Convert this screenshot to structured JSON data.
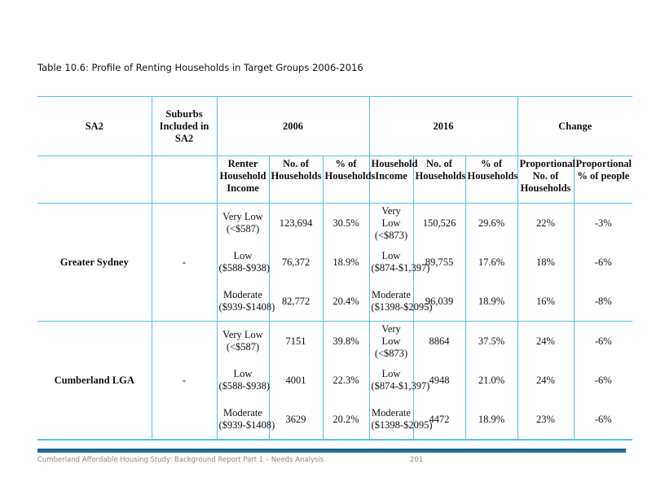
{
  "caption": "Table 10.6: Profile of Renting Households in Target Groups 2006-2016",
  "header": {
    "sa2": "SA2",
    "suburbs": "Suburbs Included in SA2",
    "y2006": "2006",
    "y2016": "2016",
    "change": "Change"
  },
  "subheader": [
    "Renter Household Income",
    "No. of Households",
    "% of Households",
    "Household Income",
    "No. of Households",
    "% of Households",
    "Proportional No. of Households",
    "Proportional % of people"
  ],
  "groups": [
    {
      "sa2": "Greater Sydney",
      "suburbs": "-",
      "rows": [
        [
          "Very Low (<$587)",
          "123,694",
          "30.5%",
          "Very Low (<$873)",
          "150,526",
          "29.6%",
          "22%",
          "-3%"
        ],
        [
          "Low ($588-$938)",
          "76,372",
          "18.9%",
          "Low ($874-$1,397)",
          "89,755",
          "17.6%",
          "18%",
          "-6%"
        ],
        [
          "Moderate ($939-$1408)",
          "82,772",
          "20.4%",
          "Moderate ($1398-$2095)",
          "96,039",
          "18.9%",
          "16%",
          "-8%"
        ]
      ]
    },
    {
      "sa2": "Cumberland LGA",
      "suburbs": "-",
      "rows": [
        [
          "Very Low (<$587)",
          "7151",
          "39.8%",
          "Very Low (<$873)",
          "8864",
          "37.5%",
          "24%",
          "-6%"
        ],
        [
          "Low ($588-$938)",
          "4001",
          "22.3%",
          "Low ($874-$1,397)",
          "4948",
          "21.0%",
          "24%",
          "-6%"
        ],
        [
          "Moderate ($939-$1408)",
          "3629",
          "20.2%",
          "Moderate ($1398-$2095)",
          "4472",
          "18.9%",
          "23%",
          "-6%"
        ]
      ]
    }
  ],
  "footer": {
    "text": "Cumberland Affordable Housing Study: Background Report Part 1 – Needs Analysis",
    "page": "201"
  }
}
